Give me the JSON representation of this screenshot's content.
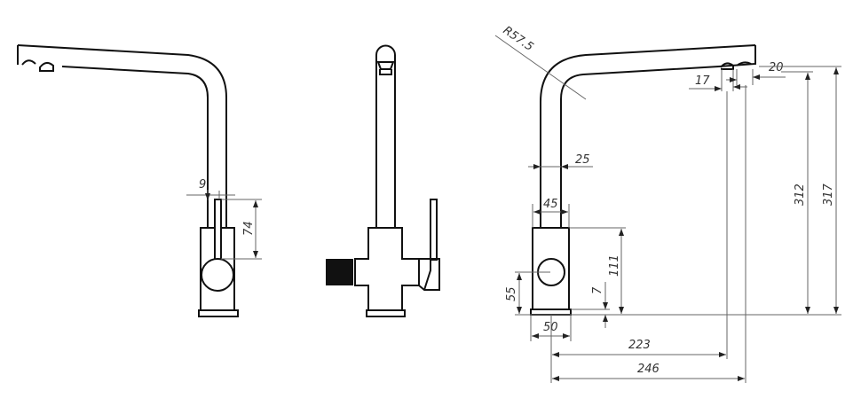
{
  "dimensions": {
    "left_view": {
      "gap": "9",
      "lever_height": "74"
    },
    "right_view": {
      "bend_radius": "R57.5",
      "outer_diameter": "25",
      "column_width": "45",
      "aerator_1": "17",
      "aerator_2": "20",
      "height_outlet": "312",
      "height_total": "317",
      "body_height": "111",
      "base_height": "7",
      "handle_height": "55",
      "base_width": "50",
      "reach_outlet": "223",
      "reach_total": "246"
    }
  }
}
